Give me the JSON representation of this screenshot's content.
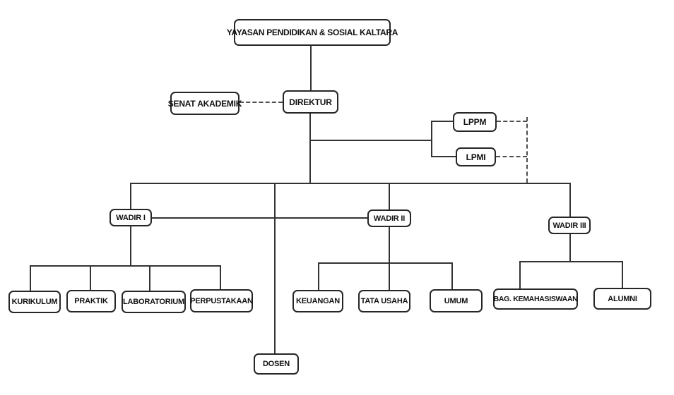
{
  "diagram_type": "organizational-chart",
  "colors": {
    "page_bg": "#ffffff",
    "box_bg": "#ffffff",
    "box_border": "#262626",
    "line": "#333333",
    "dash": "#4d4d4d",
    "text": "#111111"
  },
  "nodes": {
    "yayasan": {
      "label": "YAYASAN PENDIDIKAN & SOSIAL KALTARA"
    },
    "senat_akademik": {
      "label": "SENAT AKADEMIK"
    },
    "direktur": {
      "label": "DIREKTUR"
    },
    "lppm": {
      "label": "LPPM"
    },
    "lpmi": {
      "label": "LPMI"
    },
    "wadir_i": {
      "label": "WADIR I"
    },
    "wadir_ii": {
      "label": "WADIR II"
    },
    "wadir_iii": {
      "label": "WADIR III"
    },
    "kurikulum": {
      "label": "KURIKULUM"
    },
    "praktik": {
      "label": "PRAKTIK"
    },
    "laboratorium": {
      "label": "LABORATORIUM"
    },
    "perpustakaan": {
      "label": "PERPUSTAKAAN"
    },
    "keuangan": {
      "label": "KEUANGAN"
    },
    "tata_usaha": {
      "label": "TATA USAHA"
    },
    "umum": {
      "label": "UMUM"
    },
    "bag_kemahasiswaan": {
      "label": "BAG. KEMAHASISWAAN"
    },
    "alumni": {
      "label": "ALUMNI"
    },
    "dosen": {
      "label": "DOSEN"
    }
  },
  "edges": [
    {
      "from": "yayasan",
      "to": "direktur",
      "style": "solid"
    },
    {
      "from": "senat_akademik",
      "to": "direktur",
      "style": "dashed"
    },
    {
      "from": "direktur",
      "to": "lppm",
      "style": "solid"
    },
    {
      "from": "direktur",
      "to": "lpmi",
      "style": "solid"
    },
    {
      "from": "lppm",
      "to": "main-spine",
      "style": "dashed"
    },
    {
      "from": "lpmi",
      "to": "main-spine",
      "style": "dashed"
    },
    {
      "from": "direktur",
      "to": "wadir_i",
      "style": "solid"
    },
    {
      "from": "direktur",
      "to": "wadir_ii",
      "style": "solid"
    },
    {
      "from": "direktur",
      "to": "wadir_iii",
      "style": "solid"
    },
    {
      "from": "direktur",
      "to": "dosen",
      "style": "solid"
    },
    {
      "from": "wadir_i",
      "to": "wadir_ii",
      "style": "solid"
    },
    {
      "from": "wadir_i",
      "to": "kurikulum",
      "style": "solid"
    },
    {
      "from": "wadir_i",
      "to": "praktik",
      "style": "solid"
    },
    {
      "from": "wadir_i",
      "to": "laboratorium",
      "style": "solid"
    },
    {
      "from": "wadir_i",
      "to": "perpustakaan",
      "style": "solid"
    },
    {
      "from": "wadir_ii",
      "to": "keuangan",
      "style": "solid"
    },
    {
      "from": "wadir_ii",
      "to": "tata_usaha",
      "style": "solid"
    },
    {
      "from": "wadir_ii",
      "to": "umum",
      "style": "solid"
    },
    {
      "from": "wadir_iii",
      "to": "bag_kemahasiswaan",
      "style": "solid"
    },
    {
      "from": "wadir_iii",
      "to": "alumni",
      "style": "solid"
    }
  ]
}
